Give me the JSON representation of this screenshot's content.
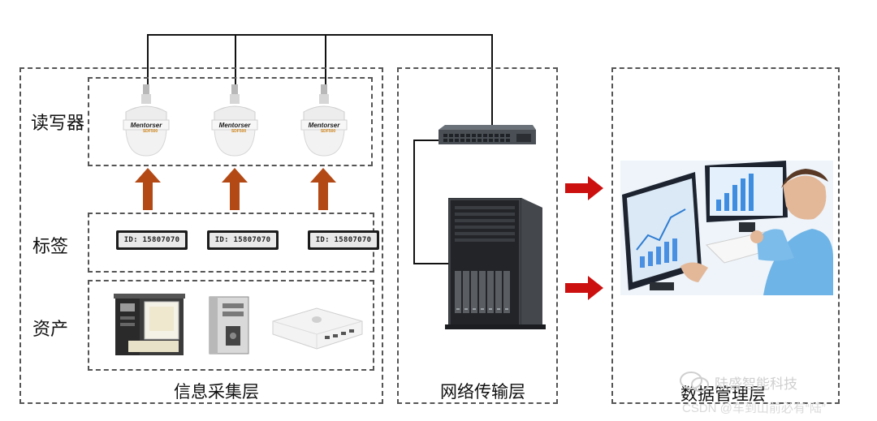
{
  "rows": {
    "reader": "读写器",
    "tag": "标签",
    "asset": "资产"
  },
  "layers": {
    "collection": "信息采集层",
    "network": "网络传输层",
    "management": "数据管理层"
  },
  "tags": [
    {
      "id": "ID: 15807070"
    },
    {
      "id": "ID: 15807070"
    },
    {
      "id": "ID: 15807070"
    }
  ],
  "reader_brand": "Mentorser",
  "reader_model": "SDF500",
  "watermark": {
    "brand": "陆盛智能科技",
    "csdn": "CSDN @车到山前必有“陆”"
  },
  "colors": {
    "upload_arrow": "#b34a16",
    "flow_arrow": "#cc1010",
    "dashed_border": "#555555"
  }
}
